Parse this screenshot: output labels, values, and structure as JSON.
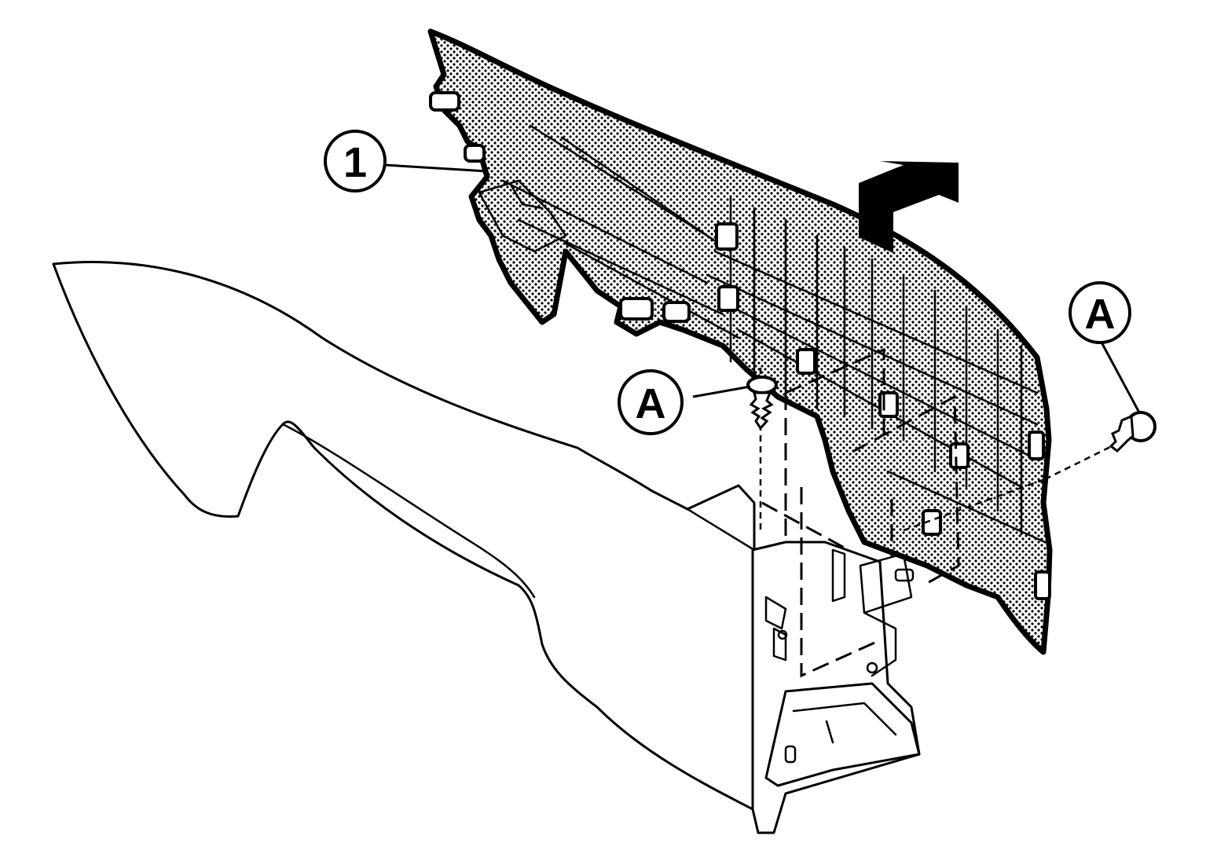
{
  "callouts": {
    "part_1": "1",
    "clip_a_left": "A",
    "clip_a_right": "A"
  },
  "colors": {
    "line": "#000000",
    "background": "#ffffff",
    "shaded_part": "dotted-gray"
  },
  "icons": {
    "direction_arrow": "arrow-up-right-icon",
    "clip": "push-clip-icon",
    "screw": "screw-clip-icon"
  }
}
